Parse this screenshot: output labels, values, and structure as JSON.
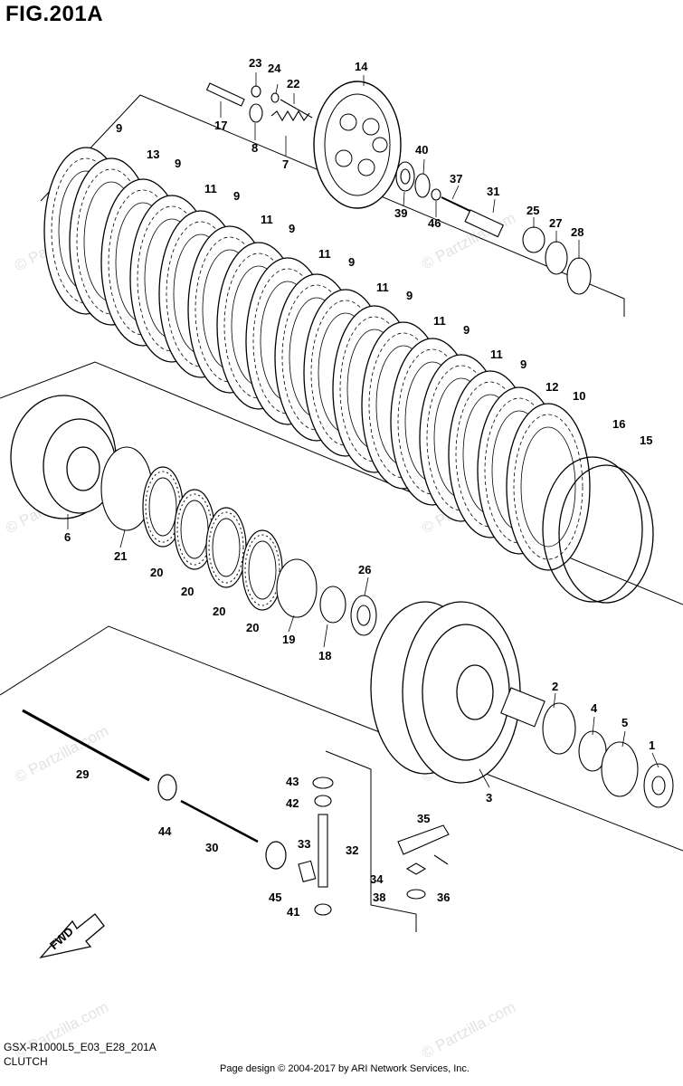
{
  "figure": {
    "title": "FIG.201A",
    "model_code": "GSX-R1000L5_E03_E28_201A",
    "section": "CLUTCH",
    "credit": "Page design © 2004-2017 by ARI Network Services, Inc.",
    "watermark": "© Partzilla.com",
    "fwd_label": "FWD"
  },
  "callouts": [
    "1",
    "2",
    "3",
    "4",
    "5",
    "6",
    "7",
    "8",
    "9",
    "10",
    "11",
    "12",
    "13",
    "14",
    "15",
    "16",
    "17",
    "18",
    "19",
    "20",
    "21",
    "22",
    "23",
    "24",
    "25",
    "26",
    "27",
    "28",
    "29",
    "30",
    "31",
    "32",
    "33",
    "34",
    "35",
    "36",
    "37",
    "38",
    "39",
    "40",
    "41",
    "42",
    "43",
    "44",
    "45",
    "46"
  ],
  "colors": {
    "line": "#000000",
    "background": "#ffffff",
    "watermark": "#e3e3e3"
  }
}
